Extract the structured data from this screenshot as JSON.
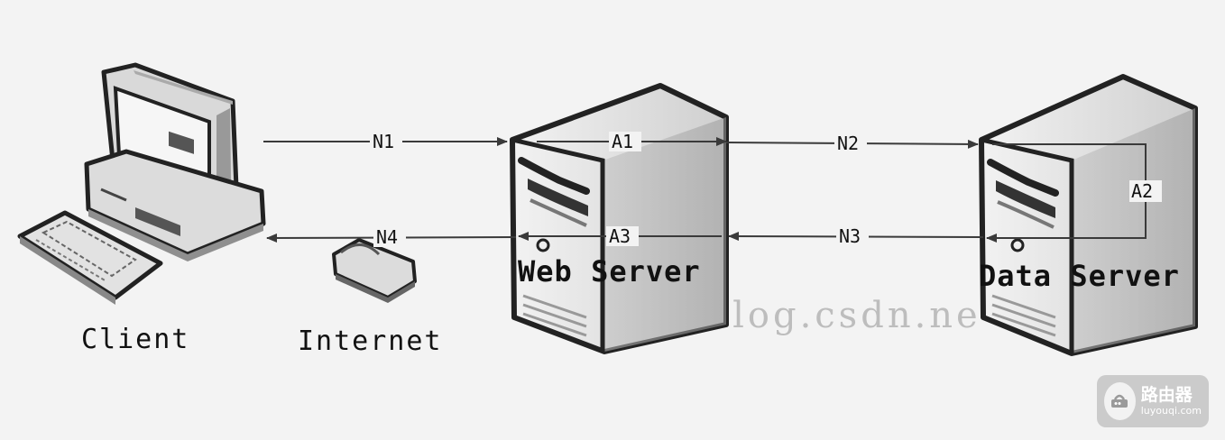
{
  "nodes": {
    "client": "Client",
    "internet": "Internet",
    "web_server": "Web Server",
    "data_server": "Data Server"
  },
  "connections": {
    "n1": "N1",
    "a1": "A1",
    "n2": "N2",
    "a2": "A2",
    "n3": "N3",
    "a3": "A3",
    "n4": "N4"
  },
  "watermark": "/blog.csdn.ne",
  "badge": {
    "title": "路由器",
    "url": "luyouqi.com"
  },
  "colors": {
    "line": "#3a3a3a",
    "server_body": "#dedede",
    "background": "#f3f3f3"
  }
}
